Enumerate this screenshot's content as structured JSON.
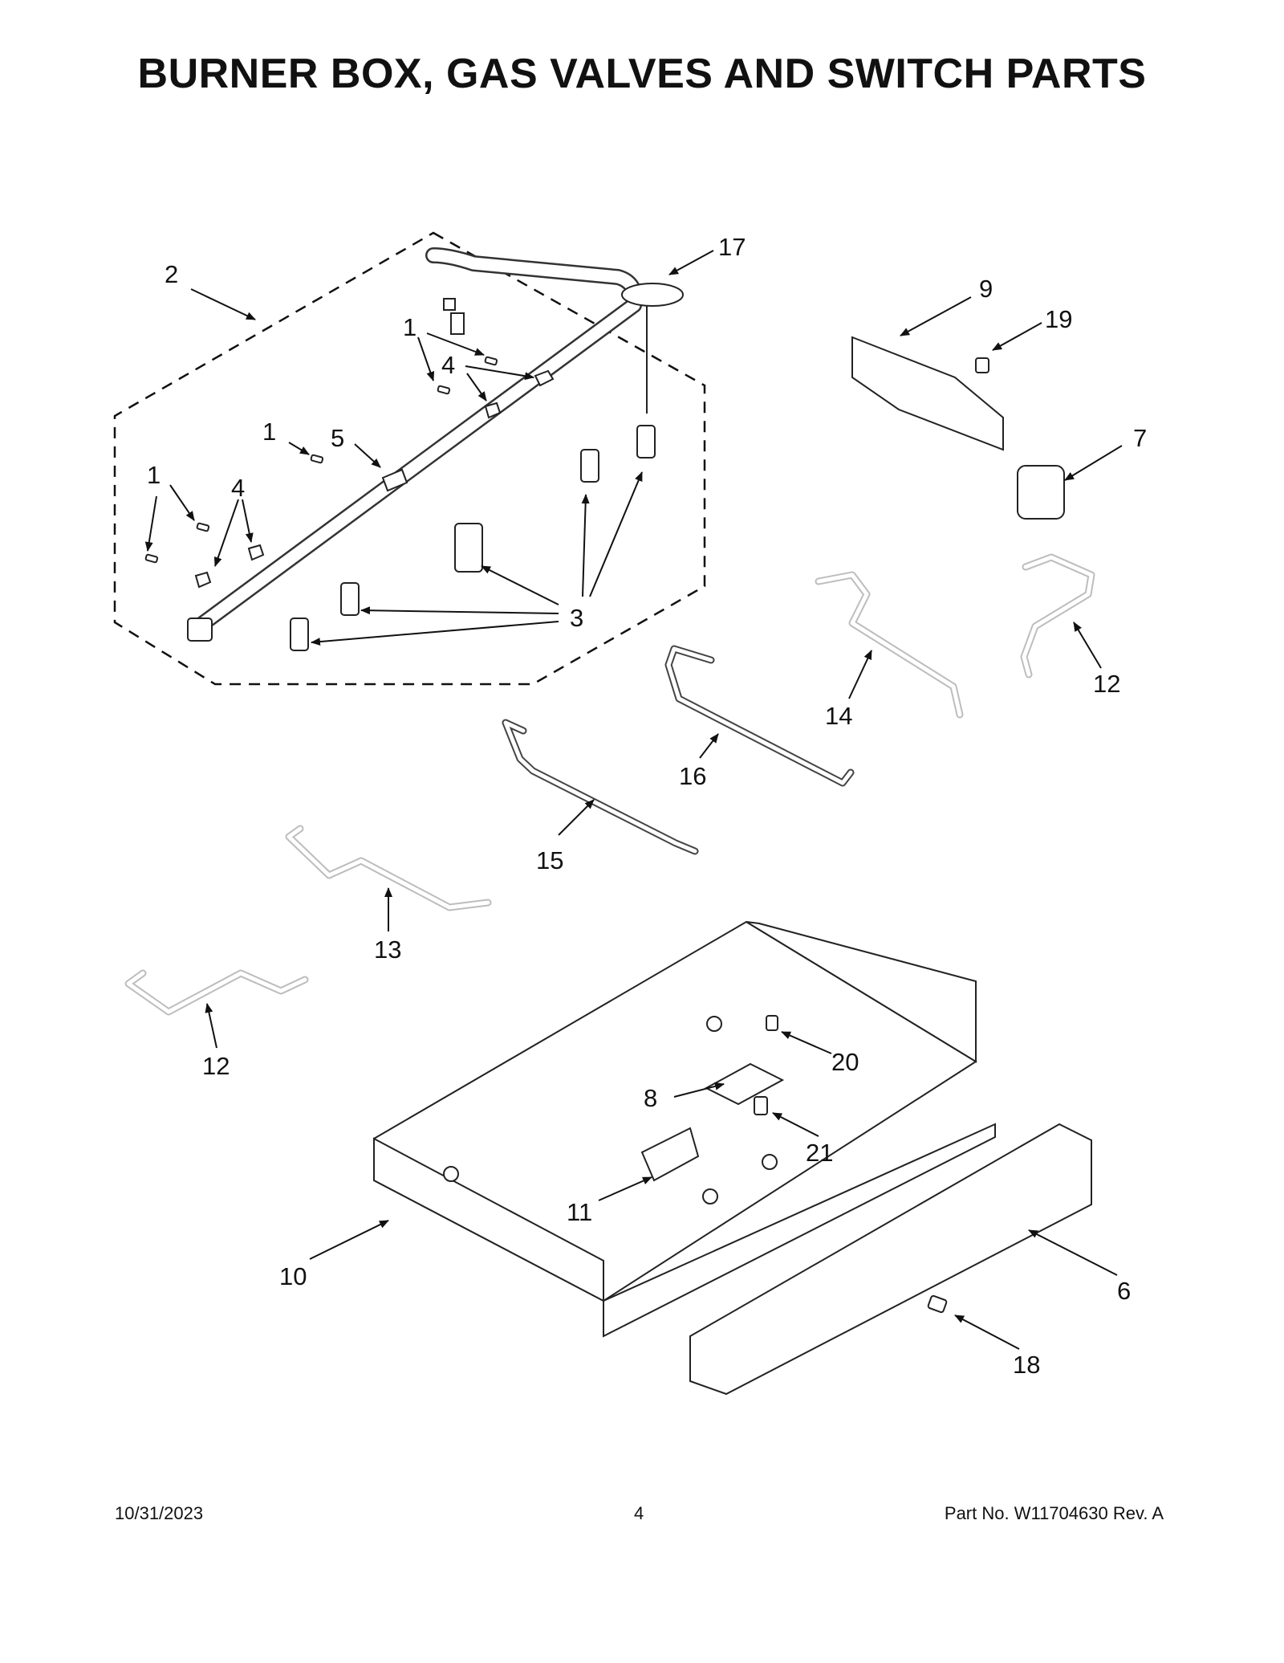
{
  "title": "BURNER BOX, GAS VALVES AND SWITCH PARTS",
  "callouts": {
    "c1": "1",
    "c2": "2",
    "c3": "3",
    "c4": "4",
    "c5": "5",
    "c6": "6",
    "c7": "7",
    "c8": "8",
    "c9": "9",
    "c10": "10",
    "c11": "11",
    "c12": "12",
    "c13": "13",
    "c14": "14",
    "c15": "15",
    "c16": "16",
    "c17": "17",
    "c18": "18",
    "c19": "19",
    "c20": "20",
    "c21": "21"
  },
  "footer": {
    "date": "10/31/2023",
    "page": "4",
    "part_no": "Part No.  W11704630  Rev.  A"
  }
}
